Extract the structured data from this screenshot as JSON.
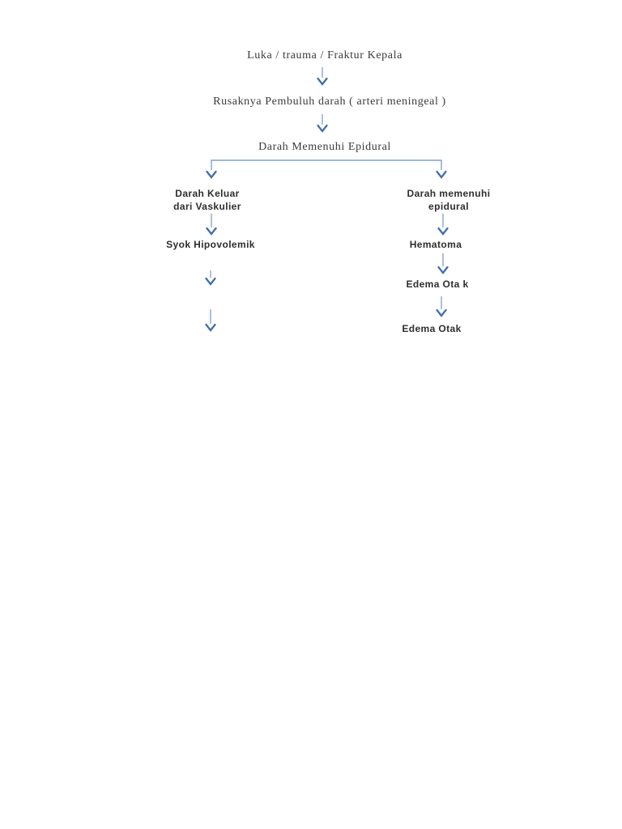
{
  "page": {
    "background": "#ffffff",
    "description": "Flowchart page: pathway of head trauma leading to epidural hematoma"
  },
  "colors": {
    "arrow_stem": "#7da2cc",
    "arrow_head": "#3f6fad",
    "serif_text": "#3b3b3b",
    "label_text": "#2e2e2e"
  },
  "flow": {
    "top_nodes": [
      {
        "label": "Luka / trauma / Fraktur Kepala"
      },
      {
        "label": "Rusaknya Pembuluh darah ( arteri meningeal )"
      },
      {
        "label": "Darah Memenuhi Epidural"
      }
    ],
    "left_branch": {
      "node1": "Darah Keluar\ndari Vaskulier",
      "node2": "Syok Hipovolemik"
    },
    "right_branch": {
      "node1": "Darah memenuhi\nepidural",
      "node2": "Hematoma",
      "node3": "Edema Ota k",
      "node4": "Edema Otak"
    }
  }
}
